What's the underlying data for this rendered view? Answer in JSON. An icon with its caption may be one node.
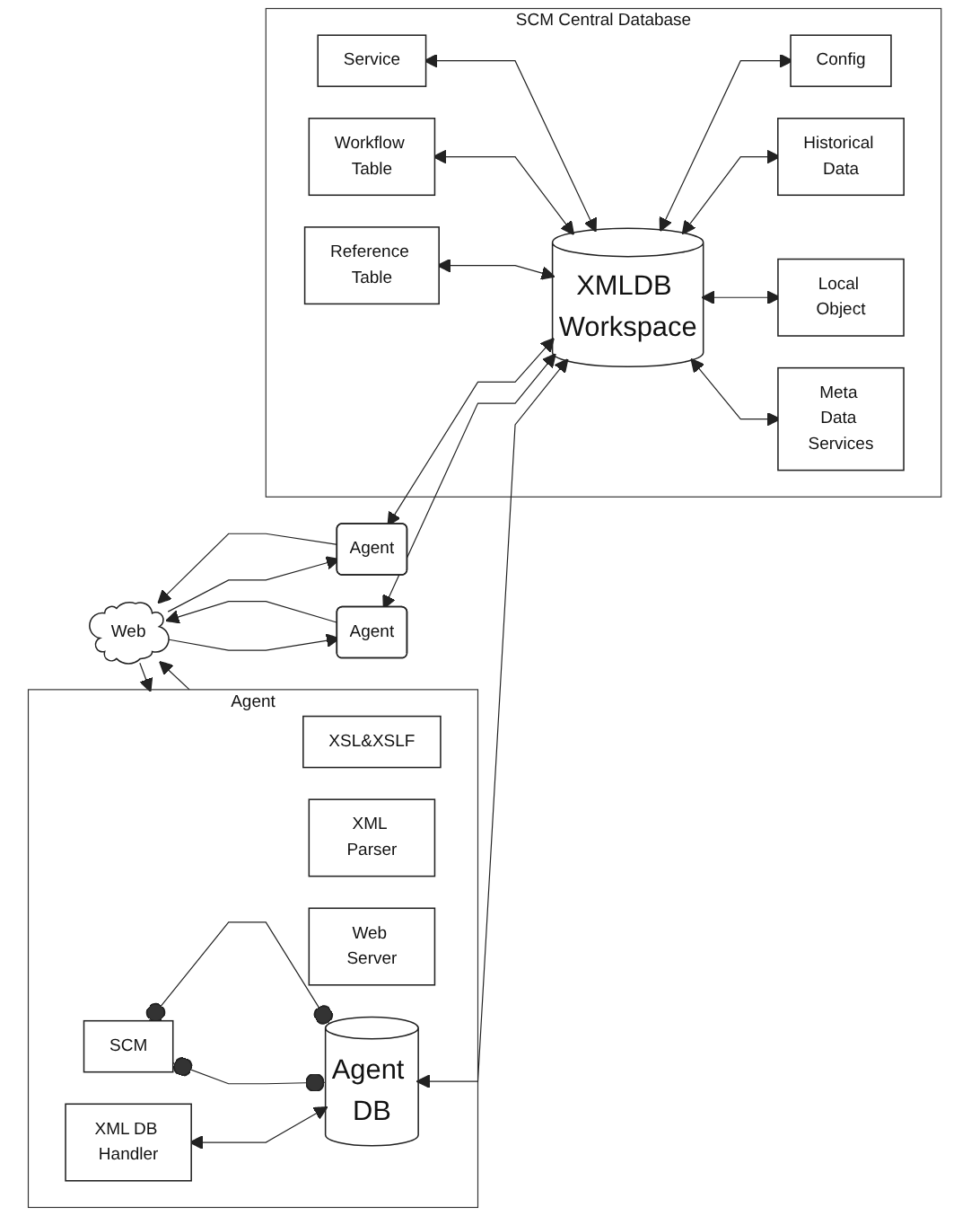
{
  "diagram": {
    "nodes": [
      {
        "text": [
          "Web"
        ]
      },
      {
        "text": [
          "Agent"
        ]
      },
      {
        "text": [
          "XSL&XSLF"
        ],
        "in": 1
      },
      {
        "text": [
          "XML Parser"
        ],
        "in": 1
      },
      {
        "text": [
          "Web Server"
        ],
        "in": 1
      },
      {
        "text": [
          "XML DB Handler"
        ],
        "in": 1
      },
      {
        "text": [
          "SCM"
        ],
        "in": 1
      },
      {
        "text": [
          "Agent DB"
        ],
        "in": 1
      },
      {
        "text": [
          "Agent"
        ]
      },
      {
        "text": [
          "Agent"
        ]
      },
      {
        "text": [
          "SCM Central Database"
        ]
      },
      {
        "text": [
          "Reference Table"
        ],
        "in": 10
      },
      {
        "text": [
          "XMLDB Workspace"
        ],
        "in": 10
      },
      {
        "text": [
          "Config"
        ],
        "in": 10
      },
      {
        "text": [
          "Workflow Table"
        ],
        "in": 10
      },
      {
        "text": [
          "Historical Data"
        ],
        "in": 10
      },
      {
        "text": [
          "Service"
        ],
        "in": 10
      },
      {
        "text": [
          "Local Object"
        ],
        "in": 10
      },
      {
        "text": [
          "Meta Data Services"
        ],
        "in": 10
      }
    ],
    "edges": [
      {
        "from": 0,
        "to": 1,
        "arrow": "to"
      },
      {
        "from": 1,
        "to": 0,
        "arrow": "to"
      },
      {
        "from": 8,
        "to": 0,
        "arrow": "to"
      },
      {
        "from": 0,
        "to": 8,
        "arrow": "to"
      },
      {
        "from": 9,
        "to": 0,
        "arrow": "to"
      },
      {
        "from": 0,
        "to": 9,
        "arrow": "to"
      },
      {
        "from": 5,
        "to": 7,
        "arrow": "both"
      },
      {
        "from": 6,
        "to": 7,
        "arrow": "other"
      },
      {
        "from": 6,
        "to": 7,
        "arrow": "other"
      },
      {
        "from": 7,
        "to": 12,
        "arrow": "both"
      },
      {
        "from": 8,
        "to": 12,
        "arrow": "both"
      },
      {
        "from": 9,
        "to": 12,
        "arrow": "both"
      },
      {
        "from": 11,
        "to": 12,
        "arrow": "both"
      },
      {
        "from": 14,
        "to": 12,
        "arrow": "both"
      },
      {
        "from": 16,
        "to": 12,
        "arrow": "both"
      },
      {
        "from": 12,
        "to": 13,
        "arrow": "both"
      },
      {
        "from": 12,
        "to": 15,
        "arrow": "both"
      },
      {
        "from": 12,
        "to": 17,
        "arrow": "both"
      },
      {
        "from": 12,
        "to": 18,
        "arrow": "both"
      }
    ]
  }
}
